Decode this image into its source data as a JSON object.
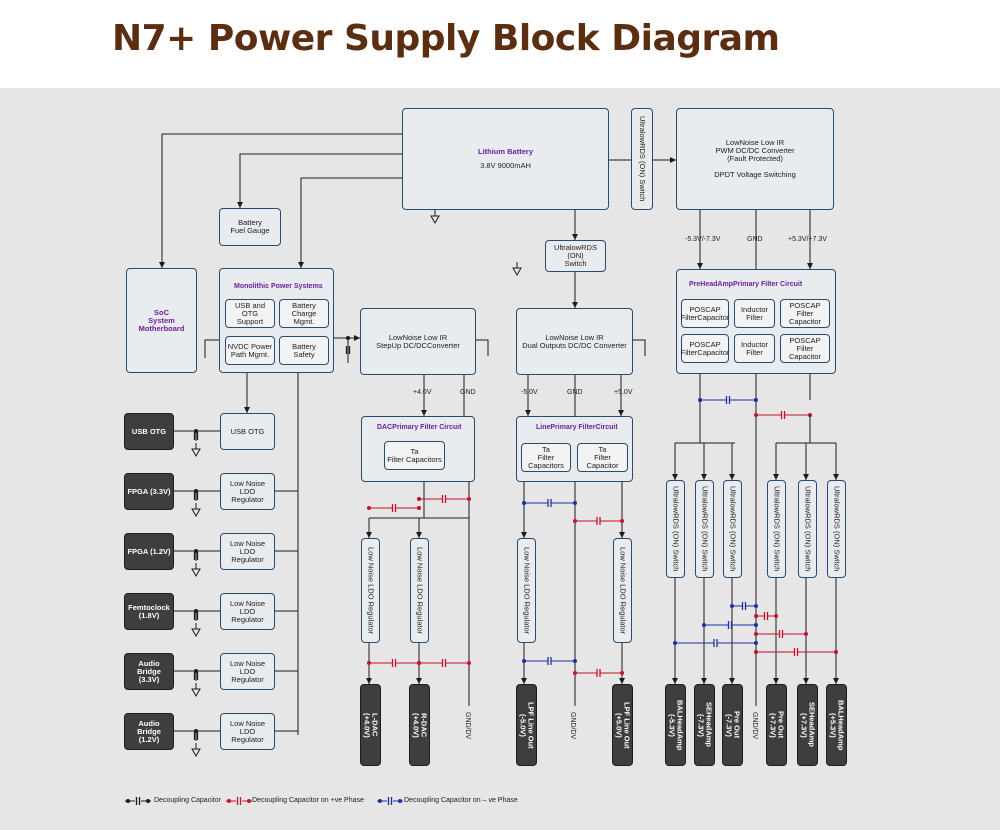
{
  "title": "N7+ Power Supply Block Diagram",
  "colors": {
    "line": "#1c1c1c",
    "box_border": "#2b4a6e",
    "pos_phase": "#c8102e",
    "neg_phase": "#1d2fa0",
    "title": "#5b2e12",
    "purple": "#6b1fa0"
  },
  "blocks": {
    "battery_name": "Lithium Battery",
    "battery_spec": "3.8V 9000mAH",
    "urds_top": "UltralowRDS (ON) Switch",
    "pwm_converter": "LowNoise Low IR\nPWM DC/DC Converter\n(Fault Protected)",
    "pwm_switching": "DPDT Voltage Switching",
    "fuel_gauge": "Battery\nFuel Gauge",
    "soc": "SoC\nSystem\nMotherboard",
    "monolithic_title": "Monolithic Power Systems",
    "usb_otg_support": "USB and OTG\nSupport",
    "battery_charge": "Battery Charge\nMgmt.",
    "nvdc": "NVDC Power\nPath Mgmt.",
    "battery_safety": "Battery\nSafety",
    "stepup": "LowNoise Low IR\nStepUp DC/DCConverter",
    "urds_mid": "UltralowRDS (ON)\nSwitch",
    "dual_out": "LowNoise Low IR\nDual Outputs DC/DC Converter",
    "preamp_title": "PreHeadAmpPrimary Filter Circuit",
    "poscap": "POSCAP\nFilterCapacitor",
    "poscap_r": "POSCAP\nFilter Capacitor",
    "inductor": "Inductor\nFilter",
    "dac_title": "DACPrimary Filter Circuit",
    "line_title": "LinePrimary FilterCircuit",
    "ta_caps": "Ta\nFilter Capacitors",
    "ta_caps_b": "Ta\nFilter Capacitor",
    "ldo_vert": "Low Noise LDO Regulator",
    "ldo_h": "Low Noise LDO\nRegulator",
    "usb_otg": "USB OTG",
    "urds_vert": "UltralowRDS (ON) Switch"
  },
  "loads_left": [
    "USB OTG",
    "FPGA (3.3V)",
    "FPGA (1.2V)",
    "Femtoclock\n(1.8V)",
    "Audio Bridge\n(3.3V)",
    "Audio Bridge\n(1.2V)"
  ],
  "rails": {
    "pwm_neg": "-5.3V/-7.3V",
    "pwm_gnd": "GND",
    "pwm_pos": "+5.3V/+7.3V",
    "stepup_pos": "+4.0V",
    "stepup_gnd": "GND",
    "dual_neg": "-5.0V",
    "dual_gnd": "GND",
    "dual_pos": "+5.0V"
  },
  "outputs": {
    "l_dac": "L-DAC\n(+4.0V)",
    "r_dac": "R-DAC\n(+4.0V)",
    "gnd_dv": "GND/DV",
    "lpf_l": "LPF Line Out\n(-5.0V)",
    "gnd_dv2": "GND/DV",
    "lpf_r": "LPF Line Out\n(+5.0V)",
    "bal_neg": "BALHeadAmp\n(-5.3V)",
    "se_neg": "SEHeadAmp\n(-7.3V)",
    "pre_neg": "Pre Out\n(-7.3V)",
    "gnd_dv3": "GND/DV",
    "pre_pos": "Pre Out\n(+7.3V)",
    "se_pos": "SEHeadAmp\n(+7.3V)",
    "bal_pos": "BALHeadAmp\n(+5.3V)"
  },
  "legend": {
    "black": "Decoupling Capacitor",
    "red": "Decoupling Capacitor on +ve Phase",
    "blue": "Decoupling Capacitor on – ve Phase"
  }
}
